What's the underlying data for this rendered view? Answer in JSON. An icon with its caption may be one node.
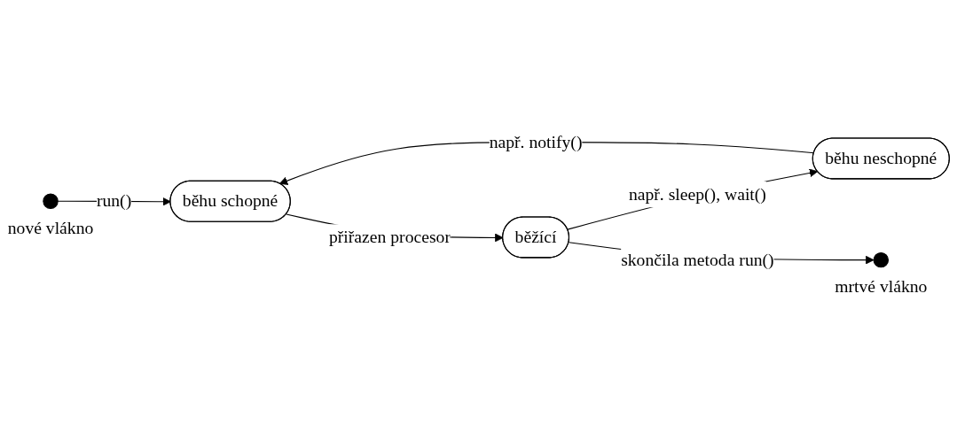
{
  "diagram": {
    "nodes": [
      {
        "text": [
          "běhu schopné"
        ]
      },
      {
        "text": [
          "běhu neschopné"
        ]
      },
      {
        "text": [
          "běžící"
        ]
      },
      {
        "text": [],
        "shape": "circle",
        "beside": [
          "nové vlákno"
        ]
      },
      {
        "text": [],
        "shape": "circle",
        "beside": [
          "mrtvé vlákno"
        ]
      }
    ],
    "edges": [
      {
        "from": 3,
        "to": 0,
        "arrow": "to",
        "label": "run()"
      },
      {
        "from": 0,
        "to": 2,
        "arrow": "to",
        "label": "přiřazen procesor"
      },
      {
        "from": 2,
        "to": 1,
        "arrow": "to",
        "label": "např. sleep(), wait()"
      },
      {
        "from": 1,
        "to": 0,
        "arrow": "to",
        "label": "např. notify()"
      },
      {
        "from": 2,
        "to": 4,
        "arrow": "to",
        "label": "skončila metoda run()"
      }
    ]
  }
}
